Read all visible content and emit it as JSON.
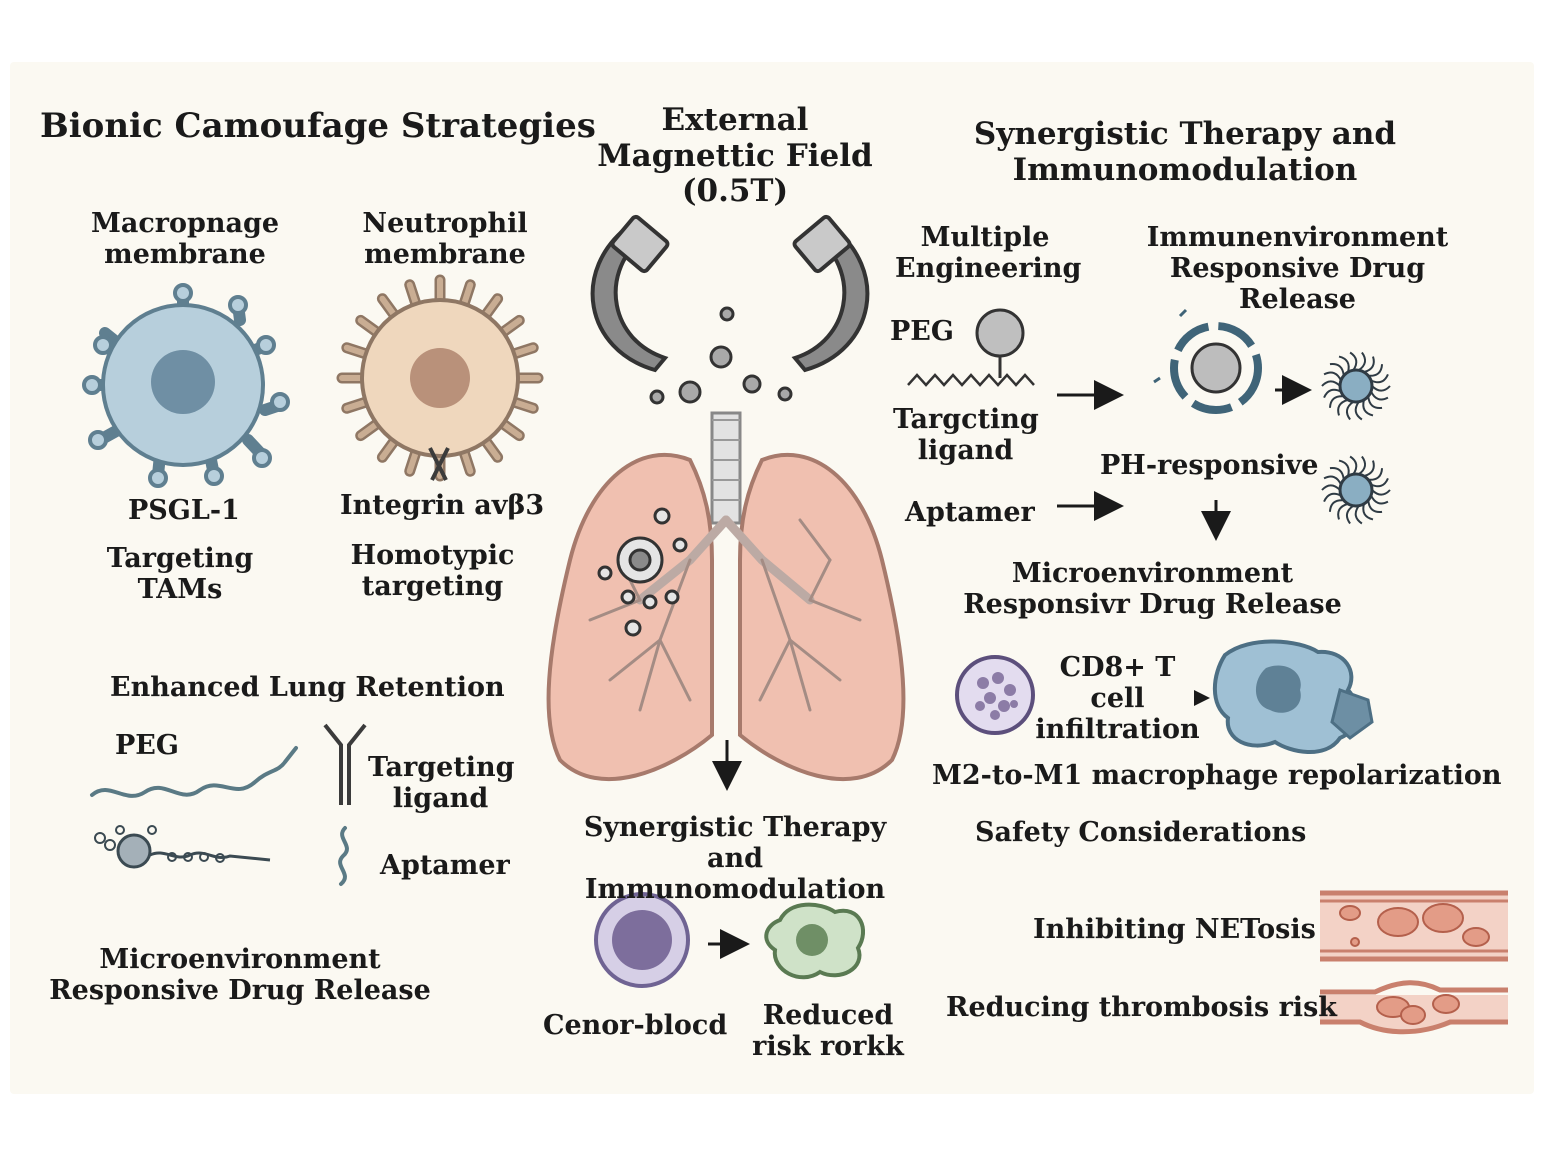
{
  "left": {
    "title": "Bionic Camoufage Strategies",
    "macrophage_label": "Macropnage membrane",
    "neutrophil_label": "Neutrophil membrane",
    "psgl": "PSGL-1",
    "targeting_tams": "Targeting TAMs",
    "integrin": "Integrin avβ3",
    "homotypic": "Homotypic targeting",
    "retention_title": "Enhanced Lung Retention",
    "peg": "PEG",
    "targeting_ligand": "Targeting ligand",
    "aptamer": "Aptamer",
    "micro_release": "Microenvironment Responsive Drug Release"
  },
  "center": {
    "title": "External Magnettic Field (0.5T)",
    "synergy": "Synergistic Therapy and Immunomodulation",
    "cenor": "Cenor-blocd",
    "reduced": "Reduced risk rorkk"
  },
  "right": {
    "title": "Synergistic Therapy and Immunomodulation",
    "multiple": "Multiple Engineering",
    "immune_release": "Immunenvironment Responsive Drug Release",
    "peg": "PEG",
    "targ_ligand": "Targcting ligand",
    "aptamer": "Aptamer",
    "ph": "PH-responsive",
    "micro_release": "Microenvironment Responsivr Drug Release",
    "cd8": "CD8+ T cell infiltration",
    "m2m1": "M2-to-M1 macrophage repolarization",
    "safety": "Safety Considerations",
    "netosis": "Inhibiting NETosis",
    "thrombosis": "Reducing thrombosis risk"
  },
  "colors": {
    "macrophage": "#b7cfdc",
    "neutrophil": "#efd7bd",
    "lung": "#f0c0b0",
    "magnet": "#7d7d7d",
    "vessel": "#f2c9bb",
    "tumor_cell": "#9fc0d4"
  }
}
